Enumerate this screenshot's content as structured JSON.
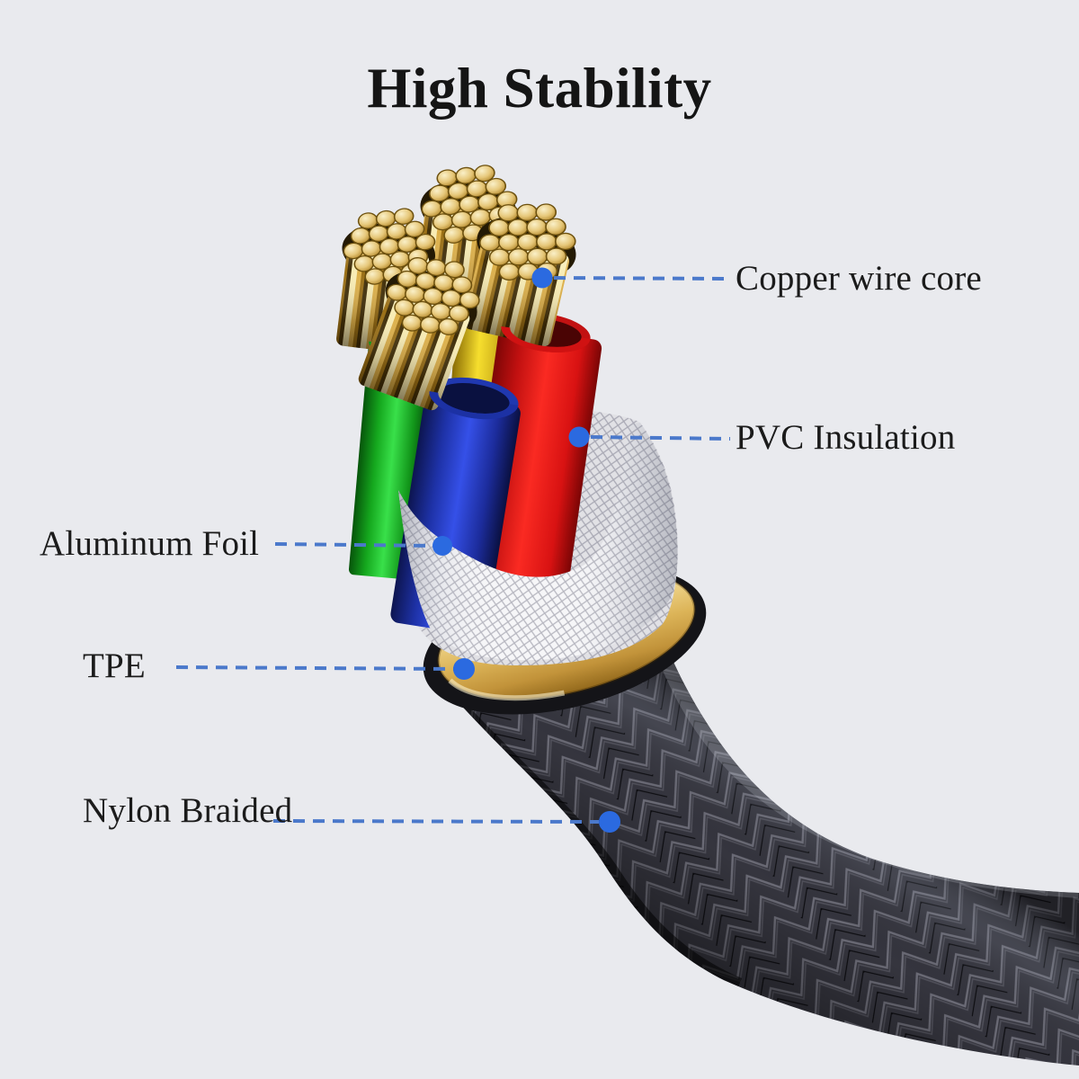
{
  "title": "High Stability",
  "callouts": [
    {
      "id": "copper",
      "label": "Copper wire core",
      "side": "right"
    },
    {
      "id": "pvc",
      "label": "PVC Insulation",
      "side": "right"
    },
    {
      "id": "aluminum",
      "label": "Aluminum Foil",
      "side": "left"
    },
    {
      "id": "tpe",
      "label": "TPE",
      "side": "left"
    },
    {
      "id": "nylon",
      "label": "Nylon Braided",
      "side": "left"
    }
  ],
  "colors": {
    "background": "#e9eaee",
    "text": "#1b1b1b",
    "leader_line": "#4b79cb",
    "marker_dot": "#2b6ae0",
    "copper": "#e2bb55",
    "pvc_green": "#2bd13a",
    "pvc_blue": "#3550e8",
    "pvc_red": "#f02020",
    "pvc_yellow": "#f0d41c",
    "aluminum_foil": "#f5f5f7",
    "tpe_gold": "#dcb458",
    "nylon_braid": "#131317"
  }
}
